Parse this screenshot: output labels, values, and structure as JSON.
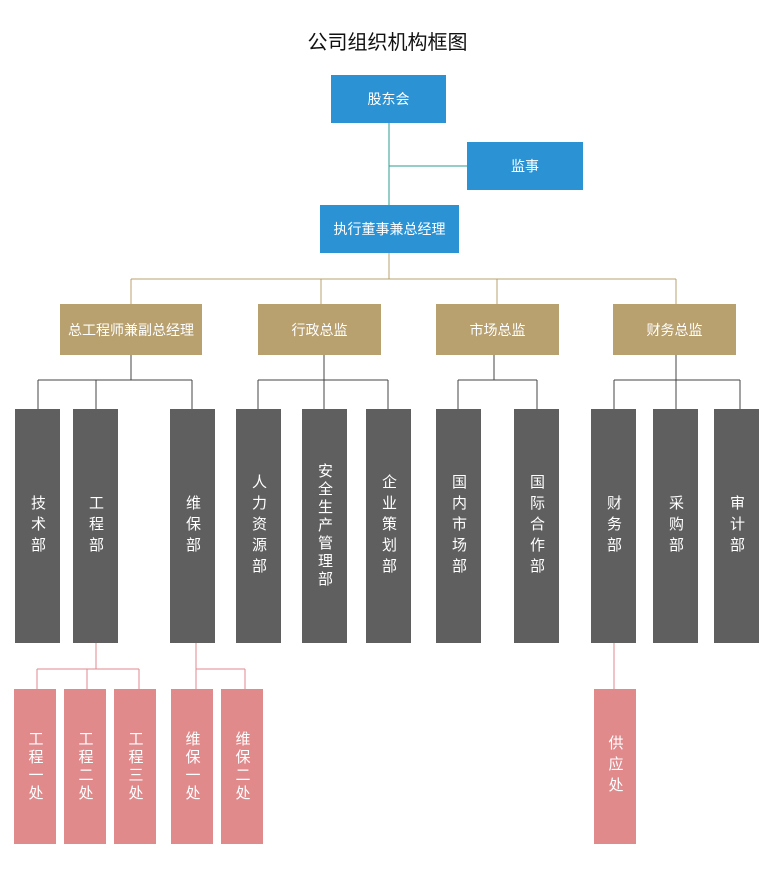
{
  "title": "公司组织机构框图",
  "shareholders": "股东会",
  "supervisor": "监事",
  "gm": "执行董事兼总经理",
  "directors": [
    "总工程师兼副总经理",
    "行政总监",
    "市场总监",
    "财务总监"
  ],
  "departments": [
    "技术部",
    "工程部",
    "维保部",
    "人力资源部",
    "安全生产管理部",
    "企业策划部",
    "国内市场部",
    "国际合作部",
    "财务部",
    "采购部",
    "审计部"
  ],
  "offices": [
    "工程一处",
    "工程二处",
    "工程三处",
    "维保一处",
    "维保二处",
    "供应处"
  ],
  "colors": {
    "top": "#2b92d4",
    "director": "#b8a06f",
    "department": "#5f5f60",
    "office": "#e08a8c",
    "line_top": "#2a9d8f",
    "line_mid": "#b8a06f",
    "line_dept": "#444444",
    "line_office": "#e08a8c"
  }
}
